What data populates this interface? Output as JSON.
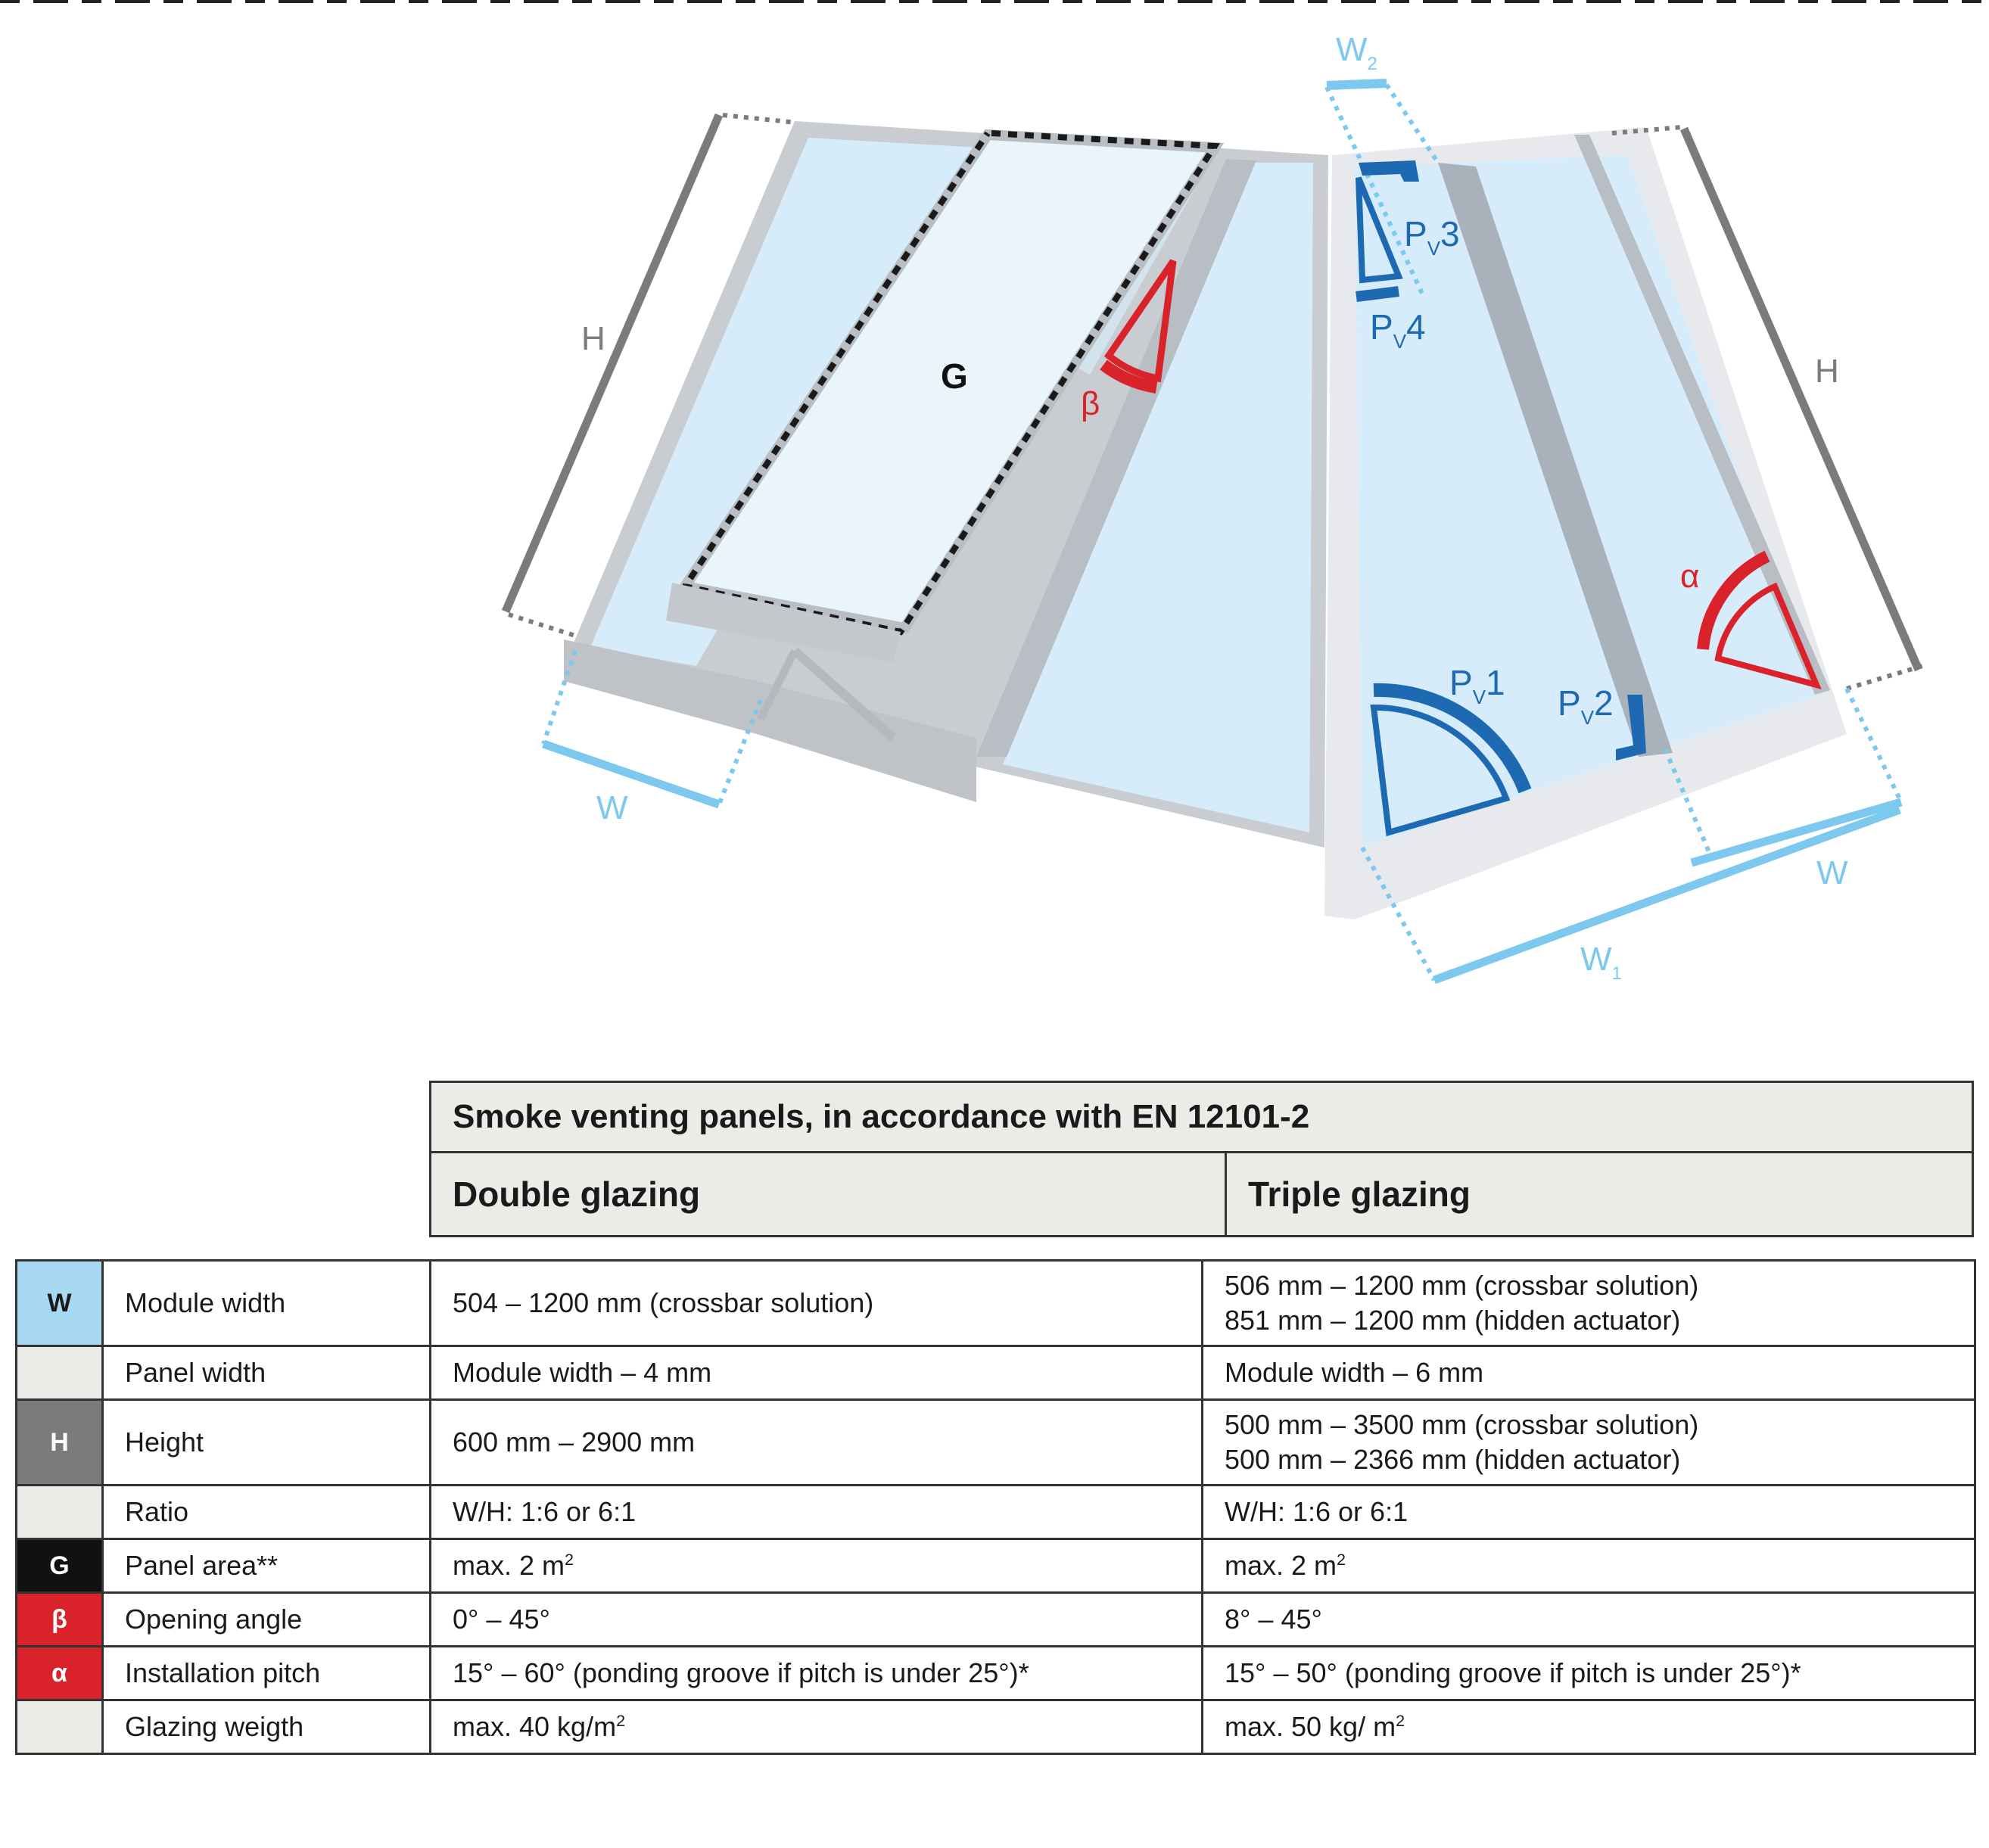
{
  "diagram": {
    "labels": {
      "H_left": "H",
      "H_right": "H",
      "W_left": "W",
      "W_right": "W",
      "W1": "W",
      "W1_sub": "1",
      "W2": "W",
      "W2_sub": "2",
      "G": "G",
      "beta": "β",
      "alpha": "α",
      "Pv1": "P",
      "Pv1_sub": "V",
      "Pv1_num": "1",
      "Pv2": "P",
      "Pv2_sub": "V",
      "Pv2_num": "2",
      "Pv3": "P",
      "Pv3_sub": "V",
      "Pv3_num": "3",
      "Pv4": "P",
      "Pv4_sub": "V",
      "Pv4_num": "4"
    },
    "colors": {
      "light_blue": "#7cc8ee",
      "dark_blue": "#1d6ab3",
      "red": "#d9222a",
      "grey": "#7b7b7b",
      "glass": "#d7ecfa",
      "frame": "#c9ccd0"
    }
  },
  "table": {
    "title": "Smoke venting panels, in accordance with EN 12101-2",
    "col_double": "Double glazing",
    "col_triple": "Triple glazing",
    "rows": [
      {
        "symbol": "W",
        "label": "Module width",
        "double": "504 – 1200 mm (crossbar solution)",
        "triple_1": "506 mm – 1200 mm (crossbar solution)",
        "triple_2": "851 mm – 1200 mm (hidden actuator)"
      },
      {
        "symbol": "",
        "label": "Panel width",
        "double": "Module width – 4 mm",
        "triple": "Module width – 6 mm"
      },
      {
        "symbol": "H",
        "label": "Height",
        "double": "600 mm – 2900 mm",
        "triple_1": "500 mm – 3500 mm (crossbar solution)",
        "triple_2": "500 mm – 2366 mm (hidden actuator)"
      },
      {
        "symbol": "",
        "label": "Ratio",
        "double": "W/H: 1:6 or 6:1",
        "triple": "W/H: 1:6 or 6:1"
      },
      {
        "symbol": "G",
        "label": "Panel area**",
        "double": "max. 2 m",
        "double_sup": "2",
        "triple": "max. 2 m",
        "triple_sup": "2"
      },
      {
        "symbol": "β",
        "label": "Opening angle",
        "double": "0° – 45°",
        "triple": "8° – 45°"
      },
      {
        "symbol": "α",
        "label": "Installation pitch",
        "double": "15° – 60° (ponding groove if pitch is under 25°)*",
        "triple": "15° – 50° (ponding groove if pitch is under 25°)*"
      },
      {
        "symbol": "",
        "label": "Glazing weigth",
        "double": "max. 40 kg/m",
        "double_sup": "2",
        "triple": "max. 50 kg/ m",
        "triple_sup": "2"
      }
    ]
  }
}
